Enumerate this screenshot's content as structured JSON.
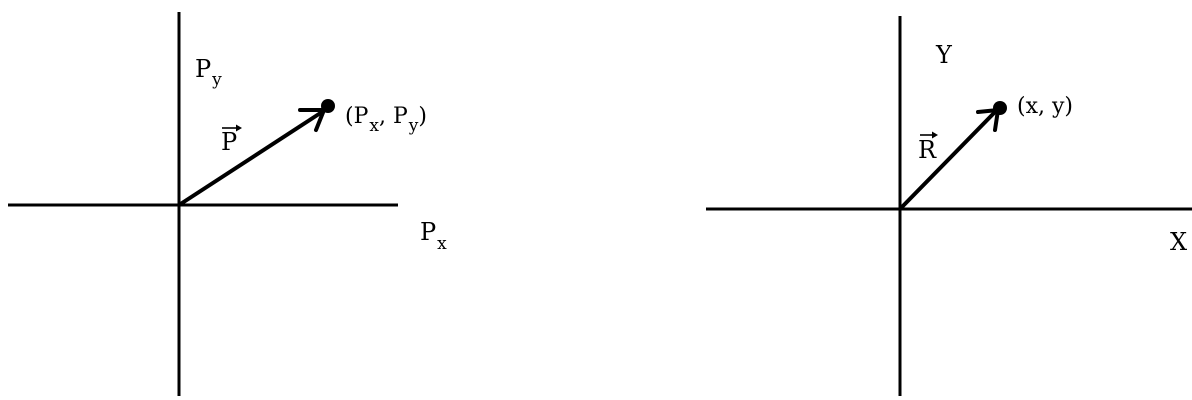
{
  "panels": [
    {
      "vertical_axis_label_main": "P",
      "vertical_axis_label_sub": "y",
      "horizontal_axis_label_main": "P",
      "horizontal_axis_label_sub": "x",
      "vector_label": "P",
      "point_label": {
        "open": "(P",
        "sub1": "x",
        "mid": ", P",
        "sub2": "y",
        "close": ")"
      }
    },
    {
      "vertical_axis_label": "Y",
      "horizontal_axis_label": "X",
      "vector_label": "R",
      "point_label": "(x, y)"
    }
  ]
}
